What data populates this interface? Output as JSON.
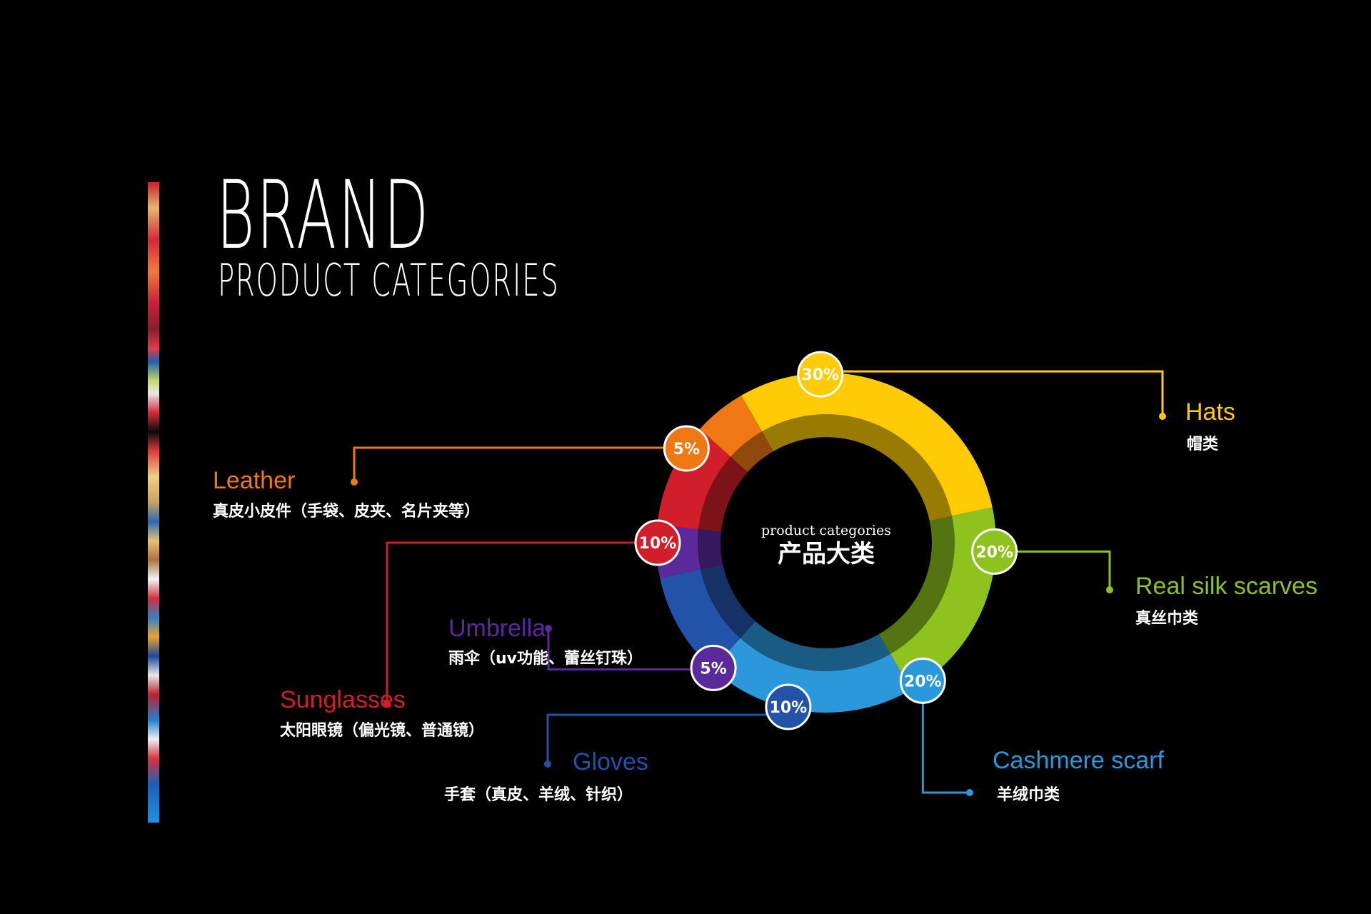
{
  "header": {
    "title": "BRAND",
    "subtitle": "PRODUCT CATEGORIES"
  },
  "chart_data": {
    "type": "pie",
    "center_label_en": "product categories",
    "center_label_cn": "产品大类",
    "slices": [
      {
        "name": "Hats",
        "desc": "帽类",
        "value": 30,
        "label": "30%",
        "color": "#FFCB05"
      },
      {
        "name": "Real silk scarves",
        "desc": "真丝巾类",
        "value": 20,
        "label": "20%",
        "color": "#8DC21F"
      },
      {
        "name": "Cashmere scarf",
        "desc": "羊绒巾类",
        "value": 20,
        "label": "20%",
        "color": "#2A98DB"
      },
      {
        "name": "Gloves",
        "desc": "手套（真皮、羊绒、针织）",
        "value": 10,
        "label": "10%",
        "color": "#2353A8"
      },
      {
        "name": "Umbrella",
        "desc": "雨伞（uv功能、蕾丝钉珠）",
        "value": 5,
        "label": "5%",
        "color": "#5B2A9A"
      },
      {
        "name": "Sunglasses",
        "desc": "太阳眼镜（偏光镜、普通镜）",
        "value": 10,
        "label": "10%",
        "color": "#D21E2B"
      },
      {
        "name": "Leather",
        "desc": "真皮小皮件（手袋、皮夹、名片夹等）",
        "value": 5,
        "label": "5%",
        "color": "#F07814"
      }
    ]
  }
}
